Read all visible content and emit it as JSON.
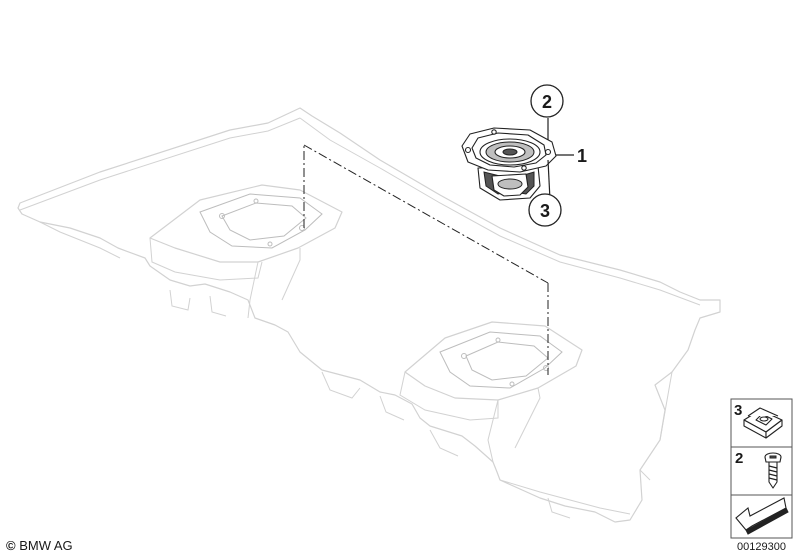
{
  "callouts": {
    "item_1": "1",
    "item_2": "2",
    "item_3": "3"
  },
  "legend": {
    "item_3": "3",
    "item_2": "2"
  },
  "footer": {
    "copyright_symbol": "©",
    "copyright_text": "BMW AG",
    "document_number": "00129300"
  },
  "icons": {
    "speaker": "speaker-icon",
    "clip_nut": "clip-nut-icon",
    "screw": "screw-icon",
    "direction_arrow": "arrow-icon"
  }
}
